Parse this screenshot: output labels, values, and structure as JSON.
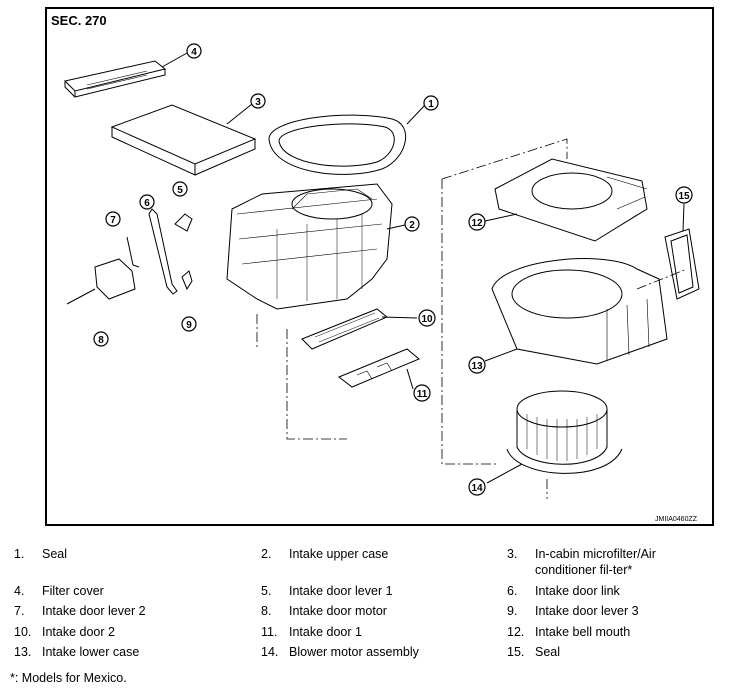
{
  "section_label": "SEC. 270",
  "figure_code": "JMIIA0460ZZ",
  "callouts": [
    "1",
    "2",
    "3",
    "4",
    "5",
    "6",
    "7",
    "8",
    "9",
    "10",
    "11",
    "12",
    "13",
    "14",
    "15"
  ],
  "legend": [
    {
      "num": "1.",
      "text": "Seal"
    },
    {
      "num": "2.",
      "text": "Intake upper case"
    },
    {
      "num": "3.",
      "text": "In-cabin microfilter/Air conditioner fil-ter*"
    },
    {
      "num": "4.",
      "text": "Filter cover"
    },
    {
      "num": "5.",
      "text": "Intake door lever 1"
    },
    {
      "num": "6.",
      "text": "Intake door link"
    },
    {
      "num": "7.",
      "text": "Intake door lever 2"
    },
    {
      "num": "8.",
      "text": "Intake door motor"
    },
    {
      "num": "9.",
      "text": "Intake door lever 3"
    },
    {
      "num": "10.",
      "text": "Intake door 2"
    },
    {
      "num": "11.",
      "text": "Intake door 1"
    },
    {
      "num": "12.",
      "text": "Intake bell mouth"
    },
    {
      "num": "13.",
      "text": "Intake lower case"
    },
    {
      "num": "14.",
      "text": "Blower motor assembly"
    },
    {
      "num": "15.",
      "text": "Seal"
    }
  ],
  "footnote": "*: Models for Mexico."
}
